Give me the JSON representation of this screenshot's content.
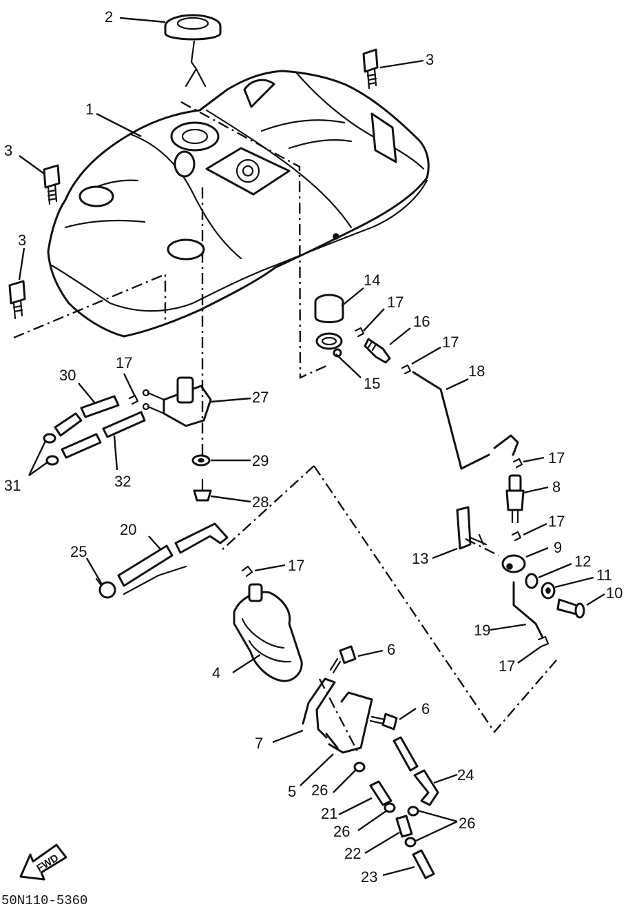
{
  "drawing_code": "50N110-5360",
  "fwd_label": "FWD",
  "callouts": [
    "2",
    "3",
    "1",
    "3",
    "3",
    "14",
    "17",
    "16",
    "17",
    "15",
    "18",
    "30",
    "17",
    "27",
    "31",
    "32",
    "29",
    "28",
    "17",
    "8",
    "17",
    "13",
    "9",
    "12",
    "11",
    "10",
    "20",
    "25",
    "17",
    "19",
    "17",
    "6",
    "4",
    "6",
    "7",
    "24",
    "5",
    "26",
    "21",
    "26",
    "26",
    "22",
    "23"
  ]
}
